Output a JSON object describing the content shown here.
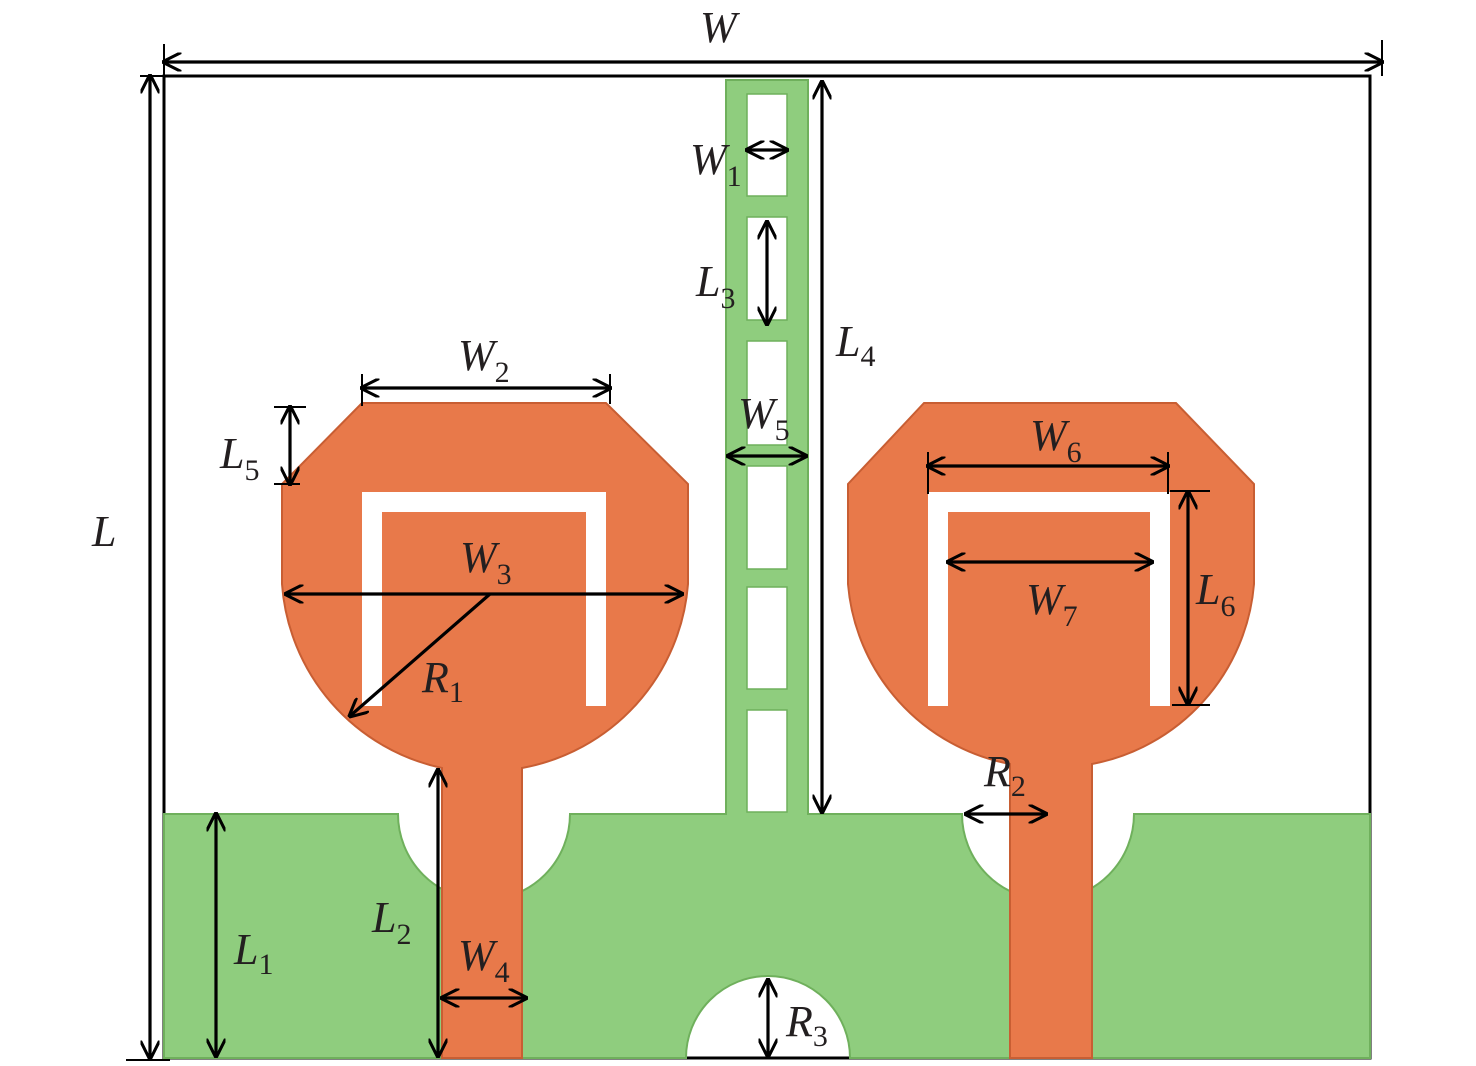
{
  "colors": {
    "substrate": "#ffffff",
    "ground": "#8fcd7e",
    "ground_edge": "#6fb05c",
    "patch": "#e8794a",
    "patch_edge": "#c85e33",
    "dimension": "#000000"
  },
  "labels": {
    "W": {
      "main": "W",
      "sub": ""
    },
    "L": {
      "main": "L",
      "sub": ""
    },
    "W1": {
      "main": "W",
      "sub": "1"
    },
    "L3": {
      "main": "L",
      "sub": "3"
    },
    "L4": {
      "main": "L",
      "sub": "4"
    },
    "W2": {
      "main": "W",
      "sub": "2"
    },
    "W5": {
      "main": "W",
      "sub": "5"
    },
    "L5": {
      "main": "L",
      "sub": "5"
    },
    "W6": {
      "main": "W",
      "sub": "6"
    },
    "W3": {
      "main": "W",
      "sub": "3"
    },
    "L6": {
      "main": "L",
      "sub": "6"
    },
    "W7": {
      "main": "W",
      "sub": "7"
    },
    "R1": {
      "main": "R",
      "sub": "1"
    },
    "R2": {
      "main": "R",
      "sub": "2"
    },
    "L2": {
      "main": "L",
      "sub": "2"
    },
    "L1": {
      "main": "L",
      "sub": "1"
    },
    "W4": {
      "main": "W",
      "sub": "4"
    },
    "R3": {
      "main": "R",
      "sub": "3"
    }
  }
}
